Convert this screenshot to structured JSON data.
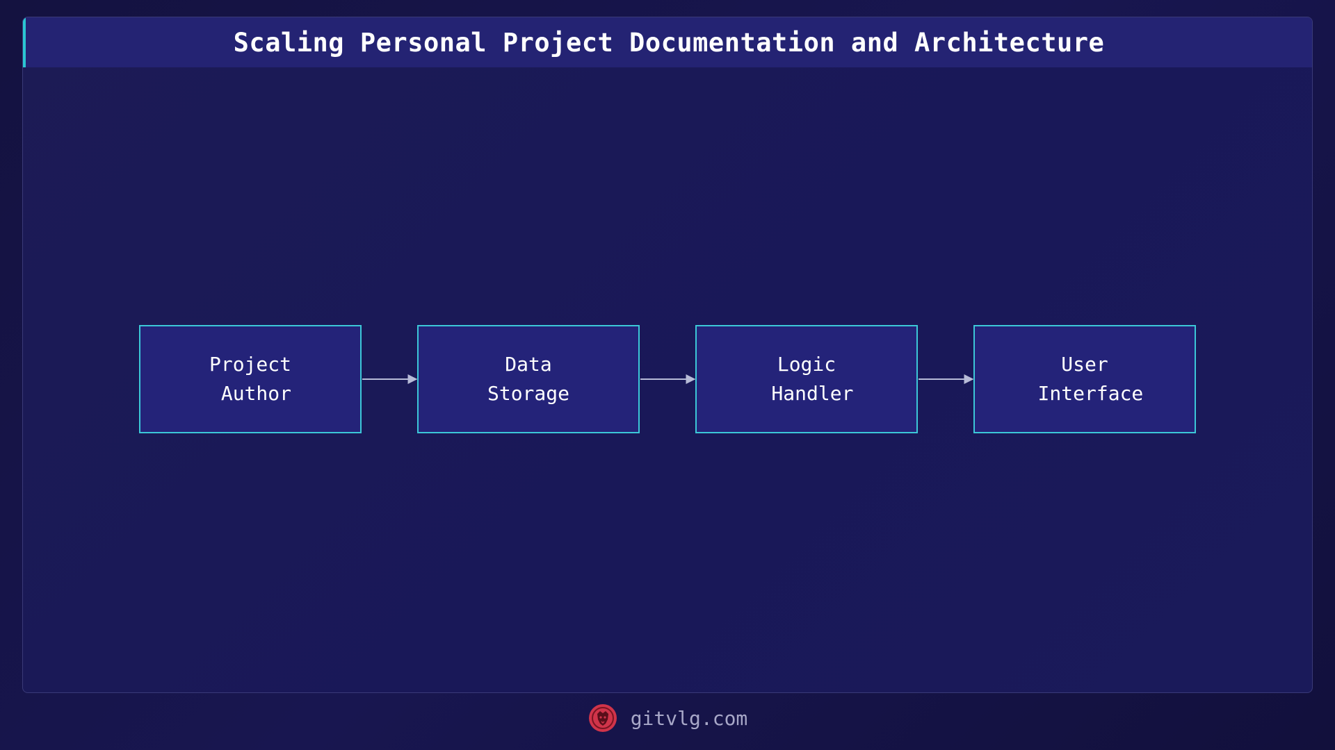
{
  "title": "Scaling Personal Project Documentation and Architecture",
  "nodes": [
    {
      "lines": [
        "Project",
        " Author"
      ]
    },
    {
      "lines": [
        "Data",
        "Storage"
      ]
    },
    {
      "lines": [
        "Logic",
        " Handler"
      ]
    },
    {
      "lines": [
        "User",
        " Interface"
      ]
    }
  ],
  "footer": {
    "site": "gitvlg.com",
    "logo_icon": "lion-icon"
  },
  "colors": {
    "accent": "#3cc8d8",
    "node_fill": "#242379",
    "title_bar": "#242373",
    "logo": "#d0344a"
  }
}
